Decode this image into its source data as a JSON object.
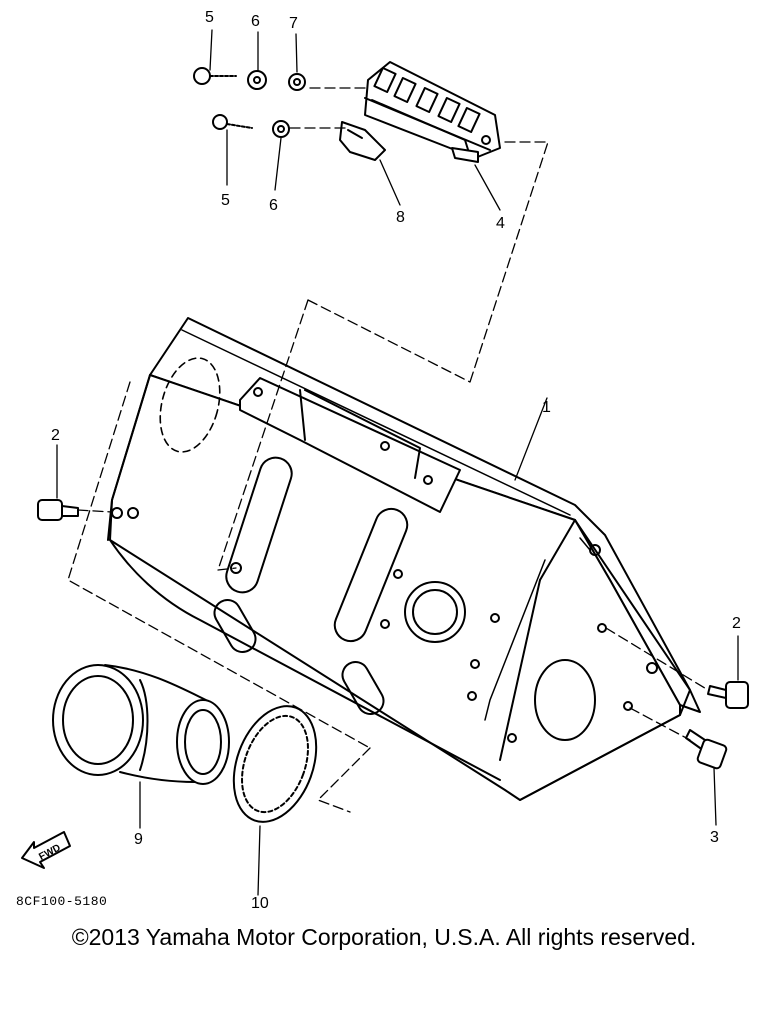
{
  "diagram": {
    "callouts": {
      "c5a": "5",
      "c6a": "6",
      "c7": "7",
      "c5b": "5",
      "c6b": "6",
      "c8": "8",
      "c4": "4",
      "c1": "1",
      "c2a": "2",
      "c2b": "2",
      "c3": "3",
      "c9": "9",
      "c10": "10"
    },
    "fwd_label": "FWD",
    "drawing_code": "8CF100-5180"
  },
  "footer": {
    "copyright": "©2013 Yamaha Motor Corporation, U.S.A. All rights reserved."
  }
}
